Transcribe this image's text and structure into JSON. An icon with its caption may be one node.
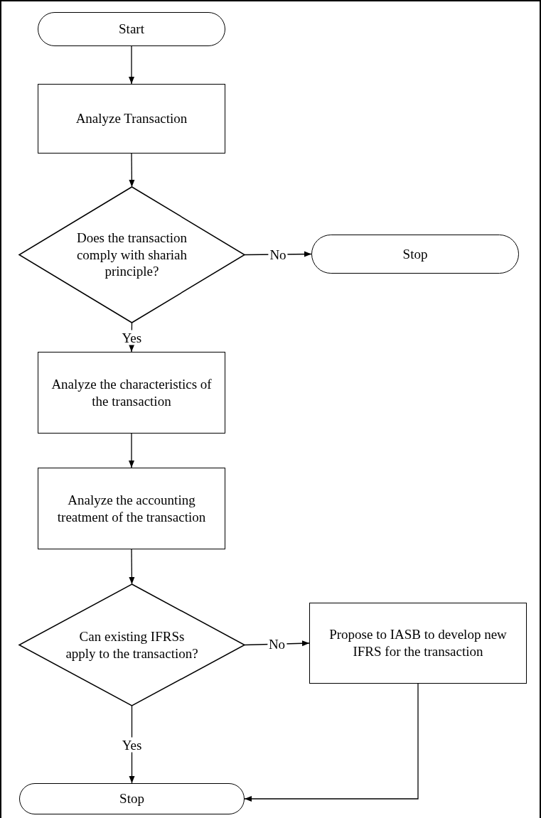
{
  "diagram": {
    "nodes": [
      {
        "text": [
          "Start"
        ]
      },
      {
        "text": [
          "Analyze Transaction"
        ]
      },
      {
        "text": [
          "Does the transaction comply with shariah principle?"
        ]
      },
      {
        "text": [
          "Stop"
        ]
      },
      {
        "text": [
          "Analyze the characteristics of the transaction"
        ]
      },
      {
        "text": [
          "Analyze the accounting treatment of the transaction"
        ]
      },
      {
        "text": [
          "Can existing IFRSs apply to the transaction?"
        ]
      },
      {
        "text": [
          "Propose to IASB to develop new IFRS for the transaction"
        ]
      },
      {
        "text": [
          "Stop"
        ]
      }
    ],
    "edges": [
      {
        "from": 0,
        "to": 1,
        "arrow": "to"
      },
      {
        "from": 1,
        "to": 2,
        "arrow": "to"
      },
      {
        "from": 2,
        "to": 3,
        "arrow": "to",
        "label": "No"
      },
      {
        "from": 2,
        "to": 4,
        "arrow": "to",
        "label": "Yes"
      },
      {
        "from": 4,
        "to": 5,
        "arrow": "to"
      },
      {
        "from": 5,
        "to": 6,
        "arrow": "to"
      },
      {
        "from": 6,
        "to": 7,
        "arrow": "to",
        "label": "No"
      },
      {
        "from": 6,
        "to": 8,
        "arrow": "to",
        "label": "Yes"
      },
      {
        "from": 7,
        "to": 8,
        "arrow": "to"
      }
    ]
  }
}
